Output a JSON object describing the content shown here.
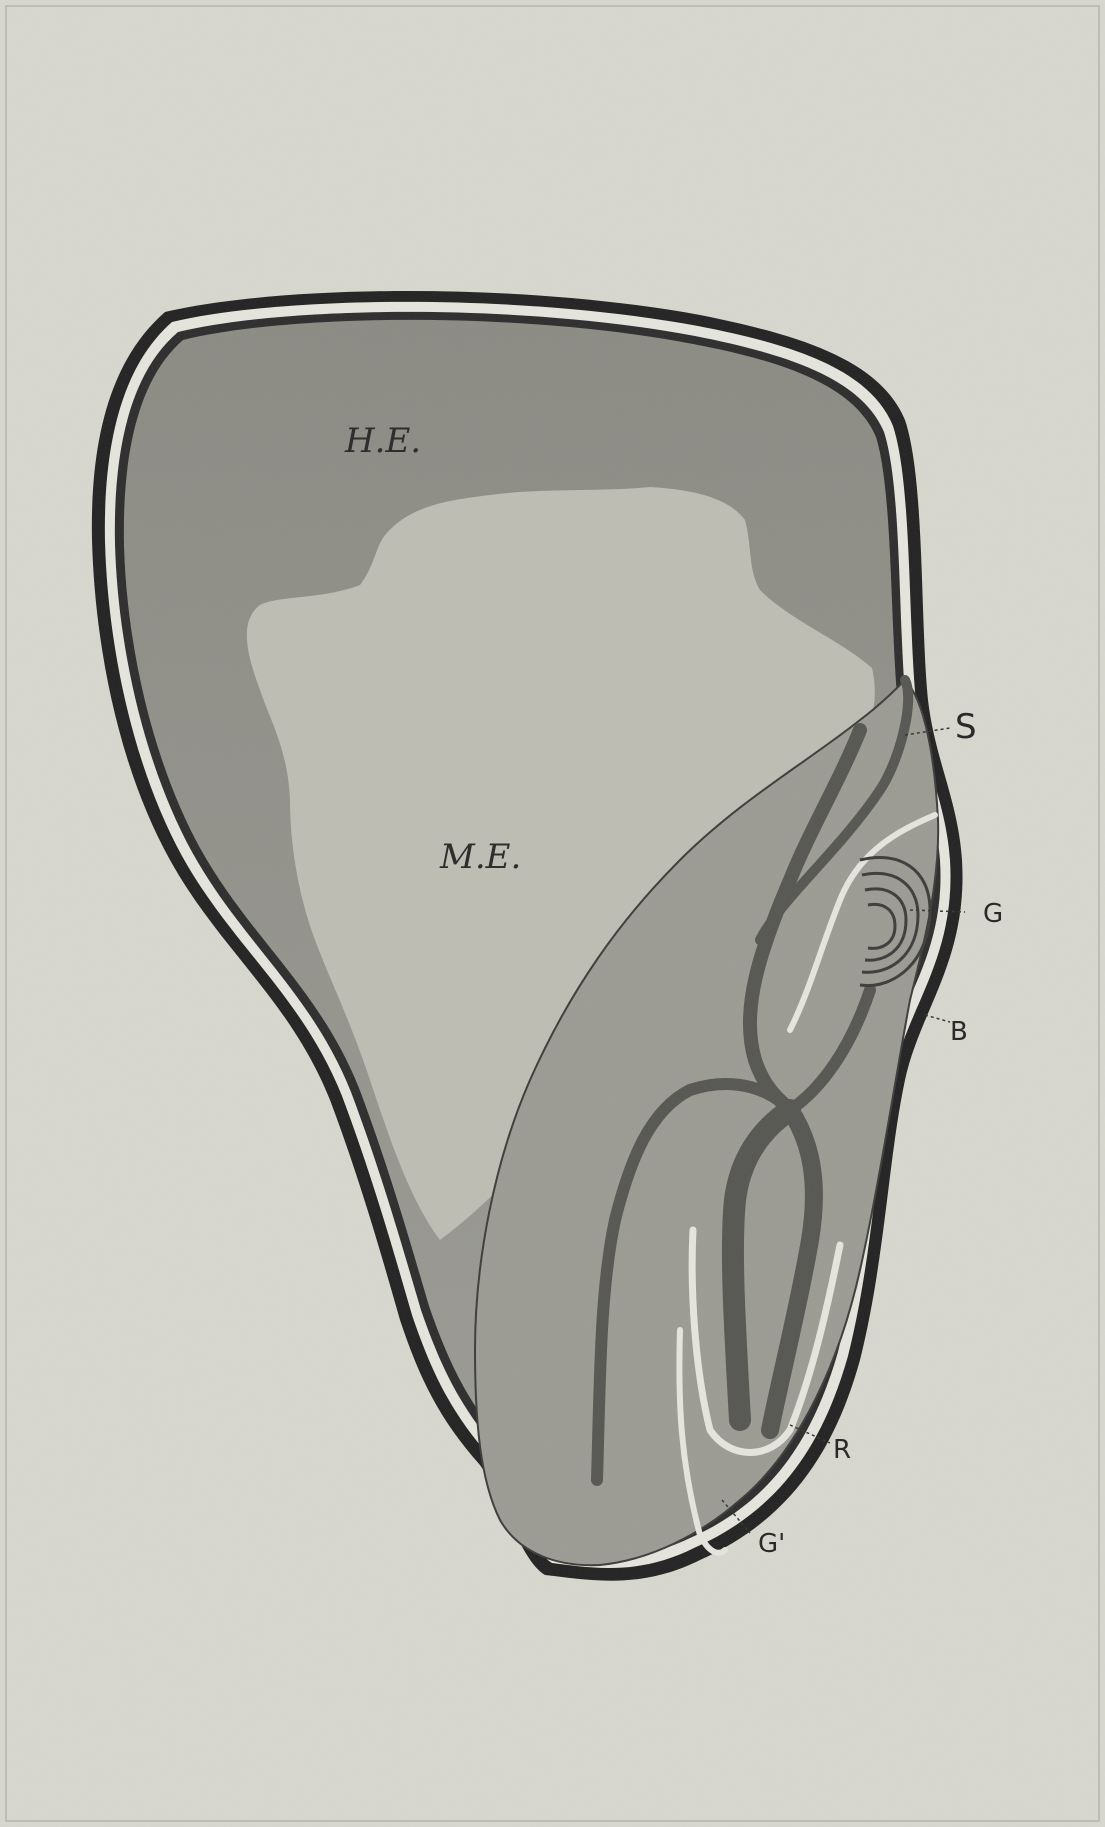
{
  "labels": {
    "hard_endosperm": "H.E.",
    "mealy_endosperm": "M.E.",
    "s": "S",
    "g": "G",
    "b": "B",
    "r": "R",
    "g_prime": "G'"
  },
  "colors": {
    "paper": "#d8d8cf",
    "outline": "#1f1f1f",
    "hard_endosperm": "#8e8e86",
    "mealy_endosperm": "#bdbdb4",
    "germ": "#9b9b93",
    "vascular": "#545450",
    "pale_line": "#e6e6de"
  }
}
